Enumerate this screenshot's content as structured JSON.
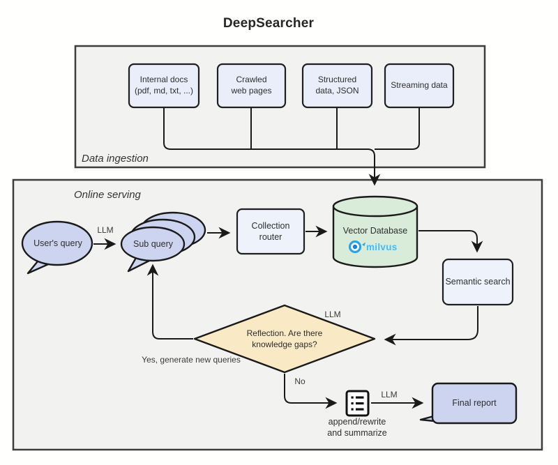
{
  "title": "DeepSearcher",
  "colors": {
    "page_bg": "#fffffe",
    "panel_fill": "#f2f2f0",
    "panel_border": "#3d3d3d",
    "source_box_fill": "#e9eefa",
    "process_box_fill": "#eef2fb",
    "bubble_fill": "#cdd4ef",
    "cylinder_fill": "#d9ecd9",
    "diamond_fill": "#f9e9c4",
    "final_report_fill": "#ccd4f0",
    "milvus_blue": "#45bbf4",
    "stroke": "#1a1a1a"
  },
  "data_ingestion": {
    "label": "Data ingestion",
    "sources": [
      {
        "label": "Internal docs\n(pdf, md, txt, ...)"
      },
      {
        "label": "Crawled\nweb pages"
      },
      {
        "label": "Structured\ndata, JSON"
      },
      {
        "label": "Streaming data"
      }
    ]
  },
  "online_serving": {
    "label": "Online serving",
    "users_query": {
      "label": "User's query"
    },
    "sub_query": {
      "label": "Sub query"
    },
    "collection_router": {
      "label": "Collection\nrouter"
    },
    "vector_database": {
      "label": "Vector Database",
      "logo_text": "milvus"
    },
    "semantic_search": {
      "label": "Semantic search"
    },
    "reflection": {
      "label": "Reflection. Are there\nknowledge gaps?"
    },
    "summarizer": {
      "label": "append/rewrite\nand summarize"
    },
    "final_report": {
      "label": "Final report"
    },
    "edge_labels": {
      "llm_subquery": "LLM",
      "llm_reflection": "LLM",
      "llm_report": "LLM",
      "yes_branch": "Yes, generate new queries",
      "no_branch": "No"
    }
  }
}
